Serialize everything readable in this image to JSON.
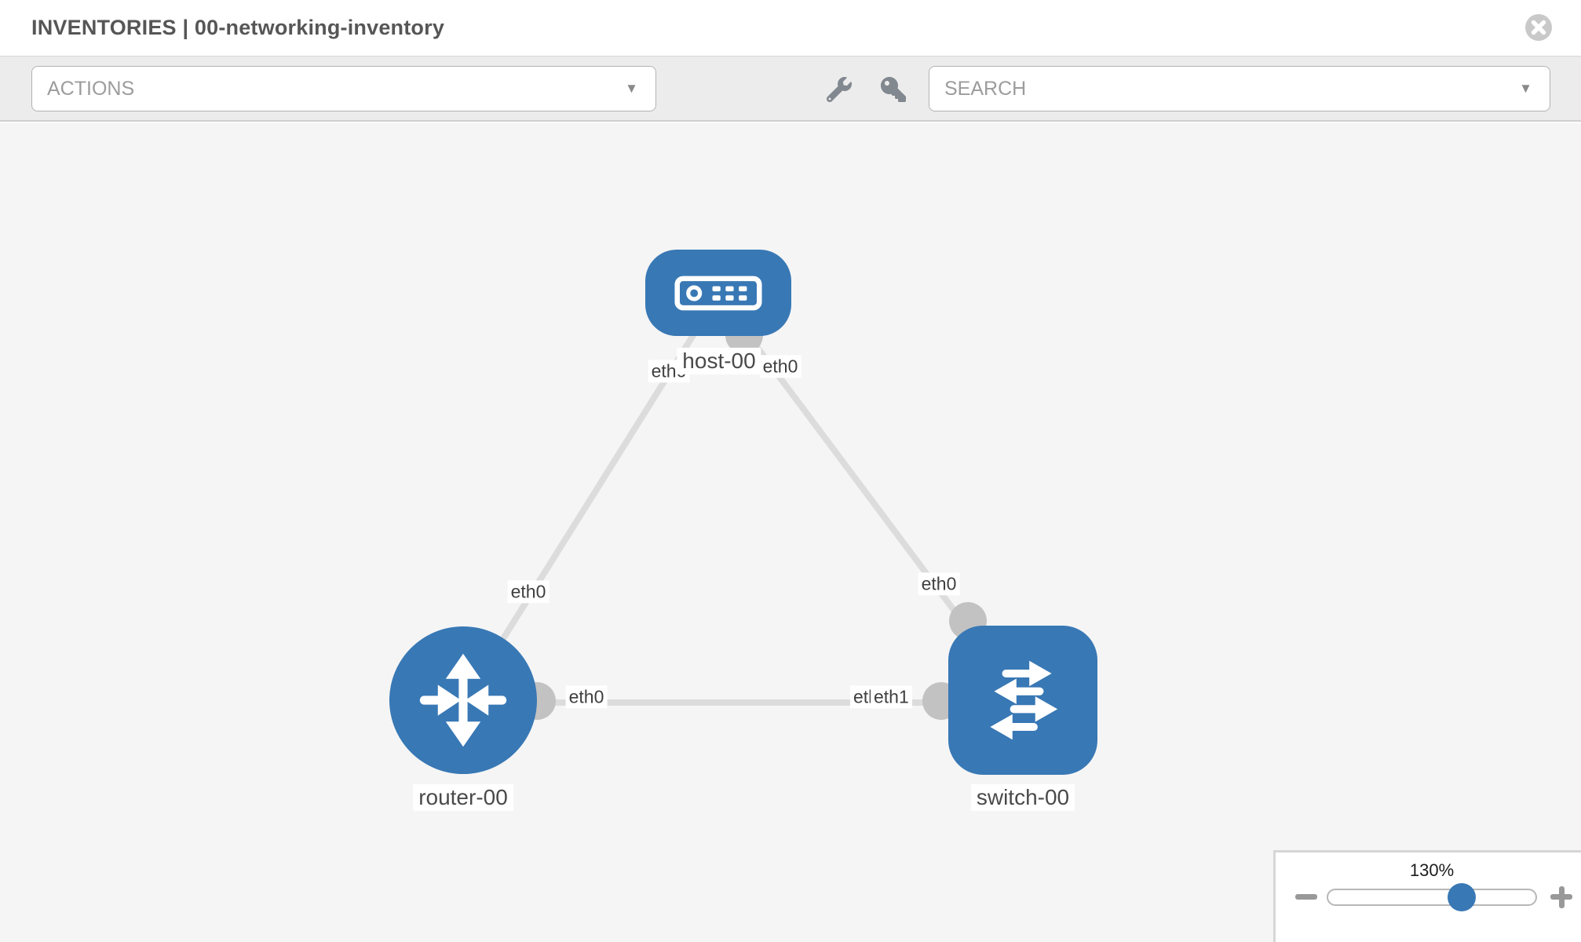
{
  "header": {
    "title": "INVENTORIES | 00-networking-inventory"
  },
  "toolbar": {
    "actions": {
      "placeholder": "ACTIONS"
    },
    "search": {
      "placeholder": "SEARCH"
    },
    "tools": [
      "wrench",
      "key"
    ]
  },
  "icons": {
    "caret_down": "▼"
  },
  "topology": {
    "nodes": [
      {
        "label": "host-00",
        "type": "host"
      },
      {
        "label": "router-00",
        "type": "router"
      },
      {
        "label": "switch-00",
        "type": "switch"
      }
    ],
    "links": [
      {
        "source": "router-00",
        "source_if": "eth0",
        "target": "host-00",
        "target_if": "eth0"
      },
      {
        "source": "switch-00",
        "source_if": "eth0",
        "target": "host-00",
        "target_if": "eth0"
      },
      {
        "source": "router-00",
        "source_if": "eth0",
        "target": "switch-00",
        "target_if": "eth1",
        "target_if_under": "eth0"
      }
    ]
  },
  "zoom": {
    "level": "130%",
    "zoom_out": "−",
    "zoom_in": "+"
  },
  "colors": {
    "node_blue": "#3878b5",
    "link_gray": "#dcdcdc",
    "connector_gray": "#c2c2c2"
  }
}
